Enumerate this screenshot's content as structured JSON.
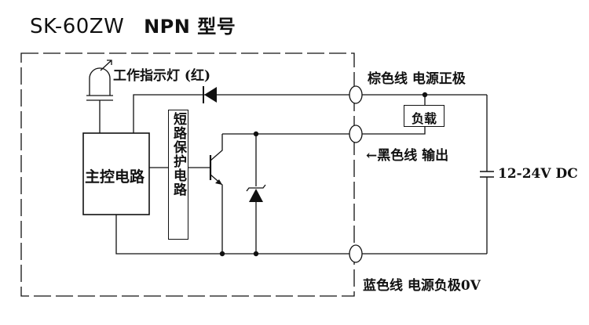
{
  "title": {
    "model": "SK-60ZW",
    "type": "NPN 型号"
  },
  "labels": {
    "indicator": "工作指示灯  (红)",
    "brown": "棕色线  电源正极",
    "black": "←黑色线  输出",
    "blue": "蓝色线  电源负极0V",
    "voltage": "12-24V DC",
    "main_control": "主控电路",
    "short_protect": "短路保护电路",
    "load": "负载"
  },
  "colors": {
    "line": "#111111",
    "background": "#ffffff"
  },
  "icons": [
    "led-icon",
    "diode-icon",
    "npn-transistor-icon",
    "zener-diode-icon",
    "capacitor-icon",
    "terminal-icon"
  ]
}
